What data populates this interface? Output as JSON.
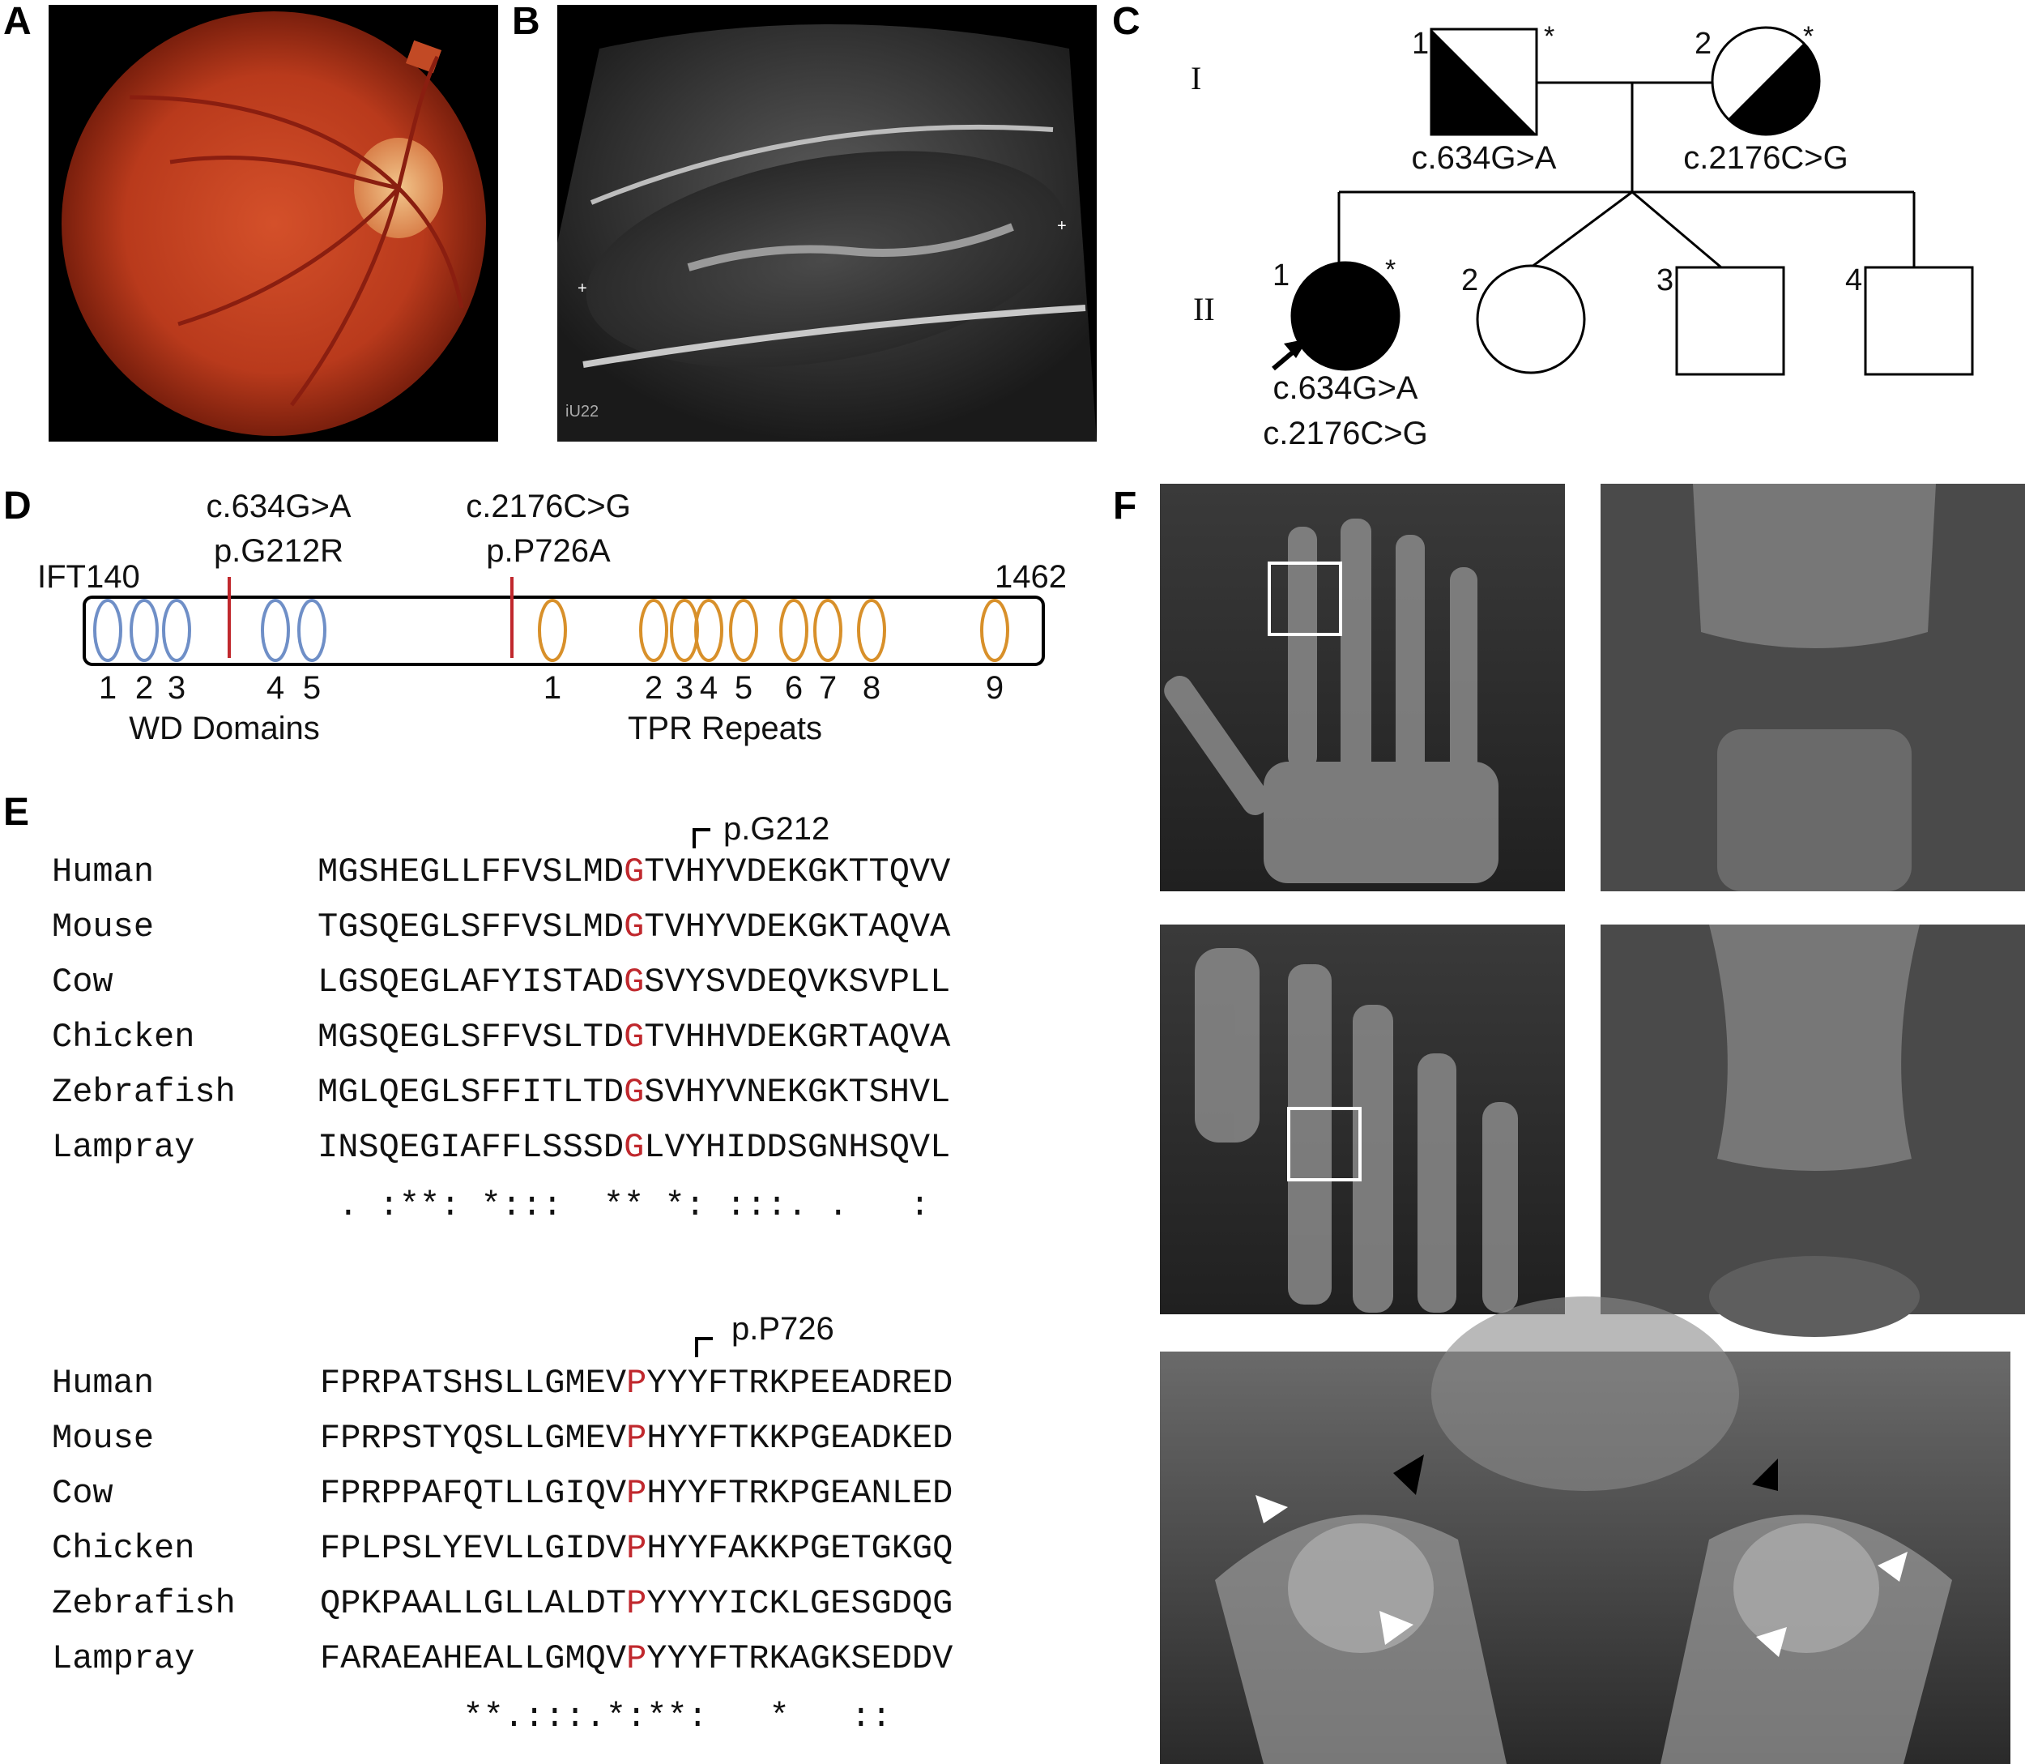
{
  "panels": {
    "A": "A",
    "B": "B",
    "C": "C",
    "D": "D",
    "E": "E",
    "F": "F"
  },
  "ultrasound": {
    "watermark": "iU22"
  },
  "pedigree": {
    "generations": [
      "I",
      "II"
    ],
    "gen1": [
      {
        "num": "1",
        "star": "*",
        "label": "c.634G>A"
      },
      {
        "num": "2",
        "star": "*",
        "label": "c.2176C>G"
      }
    ],
    "gen2": [
      {
        "num": "1",
        "star": "*",
        "label1": "c.634G>A",
        "label2": "c.2176C>G"
      },
      {
        "num": "2"
      },
      {
        "num": "3"
      },
      {
        "num": "4"
      }
    ]
  },
  "protein": {
    "name": "IFT140",
    "length": "1462",
    "mut1": {
      "c": "c.634G>A",
      "p": "p.G212R"
    },
    "mut2": {
      "c": "c.2176C>G",
      "p": "p.P726A"
    },
    "wd_numbers": [
      "1",
      "2",
      "3",
      "4",
      "5"
    ],
    "wd_label": "WD Domains",
    "tpr_numbers": [
      "1",
      "2",
      "3",
      "4",
      "5",
      "6",
      "7",
      "8",
      "9"
    ],
    "tpr_label": "TPR Repeats",
    "wd_color": "#6f8fc7",
    "tpr_color": "#d8902a",
    "mut_color": "#c0282d"
  },
  "alignment1": {
    "marker": "p.G212",
    "species": [
      "Human",
      "Mouse",
      "Cow",
      "Chicken",
      "Zebrafish",
      "Lampray"
    ],
    "rows": [
      {
        "pre": "MGSHEGLLFFVSLMD",
        "res": "G",
        "post": "TVHYVDEKGKTTQVV"
      },
      {
        "pre": "TGSQEGLSFFVSLMD",
        "res": "G",
        "post": "TVHYVDEKGKTAQVA"
      },
      {
        "pre": "LGSQEGLAFYISTAD",
        "res": "G",
        "post": "SVYSVDEQVKSVPLL"
      },
      {
        "pre": "MGSQEGLSFFVSLTD",
        "res": "G",
        "post": "TVHHVDEKGRTAQVA"
      },
      {
        "pre": "MGLQEGLSFFITLTD",
        "res": "G",
        "post": "SVHYVNEKGKTSHVL"
      },
      {
        "pre": "INSQEGIAFFLSSSD",
        "res": "G",
        "post": "LVYHIDDSGNHSQVL"
      }
    ],
    "consensus": " . :**: *:::  ** *: :::. .   :"
  },
  "alignment2": {
    "marker": "p.P726",
    "species": [
      "Human",
      "Mouse",
      "Cow",
      "Chicken",
      "Zebrafish",
      "Lampray"
    ],
    "rows": [
      {
        "pre": "FPRPATSHSLLGMEV",
        "res": "P",
        "post": "YYYFTRKPEEADRED"
      },
      {
        "pre": "FPRPSTYQSLLGMEV",
        "res": "P",
        "post": "HYYFTKKPGEADKED"
      },
      {
        "pre": "FPRPPAFQTLLGIQV",
        "res": "P",
        "post": "HYYFTRKPGEANLED"
      },
      {
        "pre": "FPLPSLYEVLLGIDV",
        "res": "P",
        "post": "HYYFAKKPGETGKGQ"
      },
      {
        "pre": "QPKPAALLGLLALDT",
        "res": "P",
        "post": "YYYYICKLGESGDQG"
      },
      {
        "pre": "FARAEAHEALLGMQV",
        "res": "P",
        "post": "YYYFTRKAGKSEDDV"
      }
    ],
    "consensus": "       **.:::.*:**:   *   ::"
  }
}
